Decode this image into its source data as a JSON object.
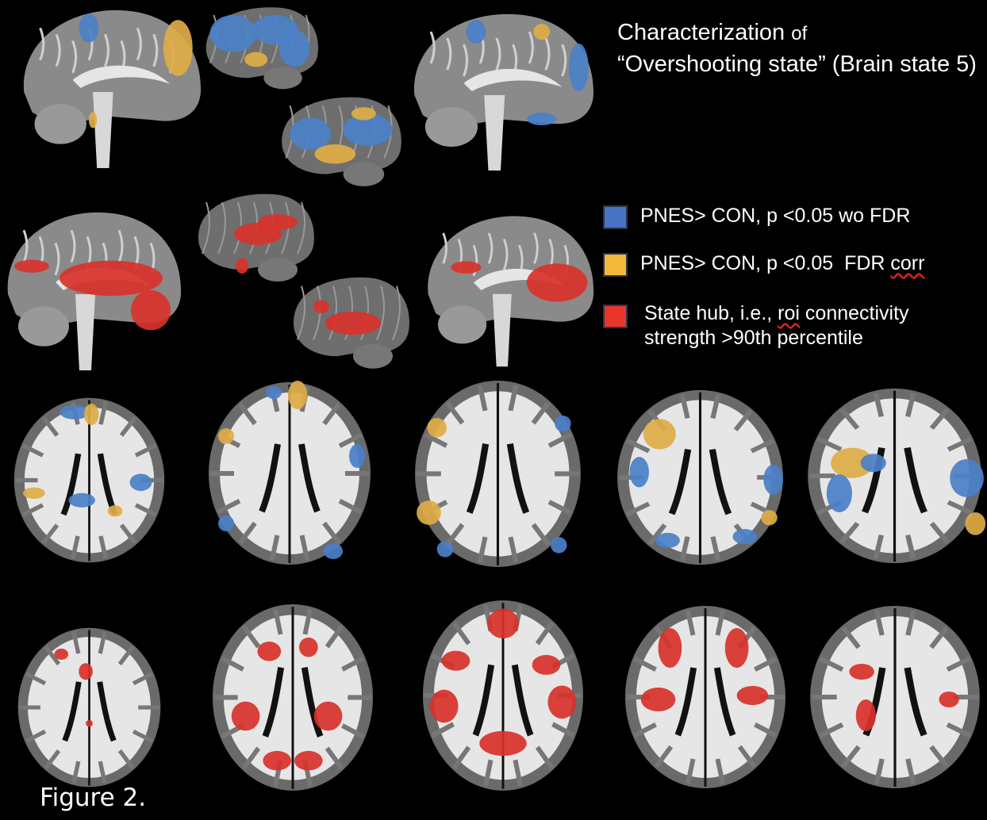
{
  "title": {
    "line1_main": "Characterization",
    "line1_small": "of",
    "line2": "“Overshooting state” (Brain state 5)"
  },
  "legend": [
    {
      "color": "#4a72c4",
      "text": "PNES> CON, p <0.05 wo FDR"
    },
    {
      "color": "#f2b93b",
      "text_main": "PNES> CON, p <0.05  FDR ",
      "text_flag": "corr"
    },
    {
      "color": "#e8352a",
      "text_pre": "State hub, i.e., ",
      "text_flag": "roi",
      "text_post": " connectivity",
      "text_line2": "strength >90th percentile"
    }
  ],
  "figure_label": "Figure 2.",
  "colors": {
    "blue": "#4a80c8",
    "yellow": "#e0ad45",
    "red": "#d8322a",
    "brain": "#8a8a8a",
    "white_matter": "#e6e6e6"
  }
}
